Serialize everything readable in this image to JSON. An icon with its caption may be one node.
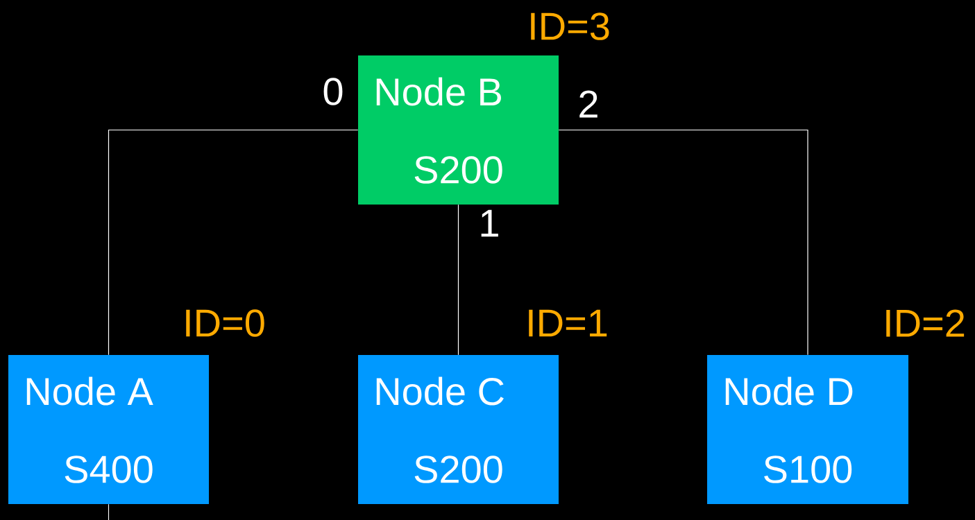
{
  "diagram": {
    "nodes": [
      {
        "text": [
          "Node B",
          "S200"
        ],
        "beside": [
          "ID=3"
        ]
      },
      {
        "text": [
          "Node A",
          "S400"
        ],
        "beside": [
          "ID=0"
        ]
      },
      {
        "text": [
          "Node C",
          "S200"
        ],
        "beside": [
          "ID=1"
        ]
      },
      {
        "text": [
          "Node D",
          "S100"
        ],
        "beside": [
          "ID=2"
        ]
      }
    ],
    "edges": [
      {
        "from": 0,
        "to": 1,
        "arrow": "none",
        "label": "0"
      },
      {
        "from": 0,
        "to": 2,
        "arrow": "none",
        "label": "1"
      },
      {
        "from": 0,
        "to": 3,
        "arrow": "none",
        "label": "2"
      },
      {
        "from": 1,
        "to": null,
        "arrow": "none"
      }
    ]
  }
}
